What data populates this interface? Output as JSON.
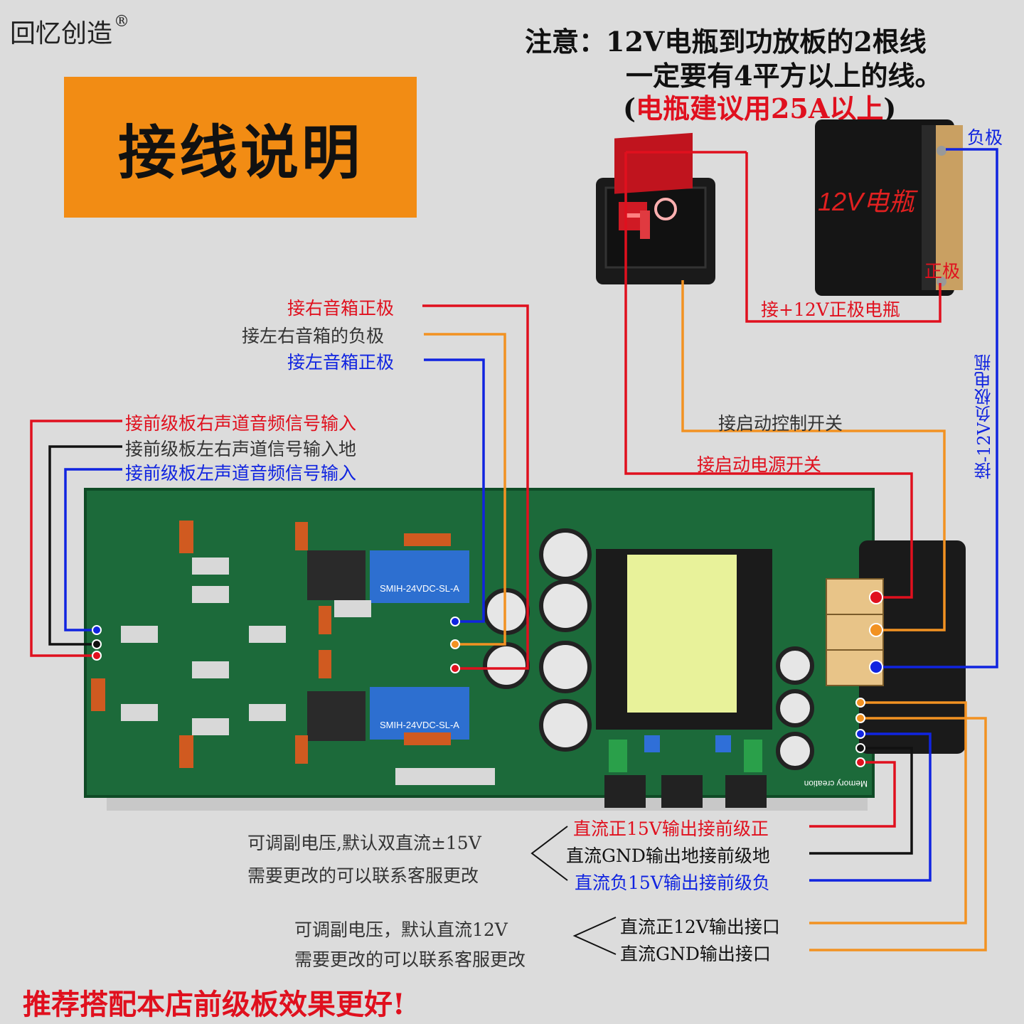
{
  "brand": {
    "name": "回忆创造",
    "mark": "®"
  },
  "title": "接线说明",
  "notice": {
    "line1": "注意：12V电瓶到功放板的2根线",
    "line2": "一定要有4平方以上的线。",
    "line3_open": "(",
    "line3_red": "电瓶建议用25A以上",
    "line3_close": ")"
  },
  "battery": {
    "label": "12V电瓶",
    "negative": "负极",
    "positive": "正极",
    "to_positive": "接+12V正极电瓶",
    "to_negative": "接-12V负极电瓶"
  },
  "switch": {
    "symbols": "I O"
  },
  "speaker_labels": {
    "right_positive": "接右音箱正极",
    "common_negative": "接左右音箱的负极",
    "left_positive": "接左音箱正极"
  },
  "input_labels": {
    "right_signal": "接前级板右声道音频信号输入",
    "ground": "接前级板左右声道信号输入地",
    "left_signal": "接前级板左声道音频信号输入"
  },
  "power_labels": {
    "control_switch": "接启动控制开关",
    "power_switch": "接启动电源开关"
  },
  "dc15": {
    "note1": "可调副电压,默认双直流±15V",
    "note2": "需要更改的可以联系客服更改",
    "positive": "直流正15V输出接前级正",
    "gnd": "直流GND输出地接前级地",
    "negative": "直流负15V输出接前级负"
  },
  "dc12": {
    "note1": "可调副电压，默认直流12V",
    "note2": "需要更改的可以联系客服更改",
    "positive": "直流正12V输出接口",
    "gnd": "直流GND输出接口"
  },
  "board": {
    "relay_text": "SMIH-24VDC-SL-A",
    "silk": "Memory creation"
  },
  "footer": "推荐搭配本店前级板效果更好!"
}
